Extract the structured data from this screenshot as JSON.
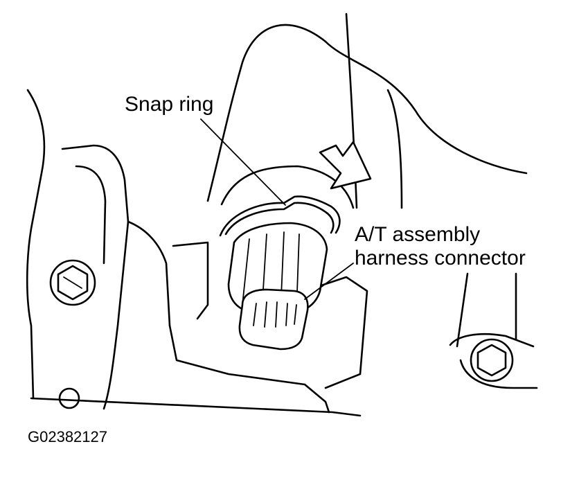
{
  "labels": {
    "snap_ring": "Snap ring",
    "harness_line1": "A/T assembly",
    "harness_line2": "harness connector"
  },
  "figure_code": "G02382127",
  "colors": {
    "line": "#000000",
    "background": "#ffffff"
  }
}
